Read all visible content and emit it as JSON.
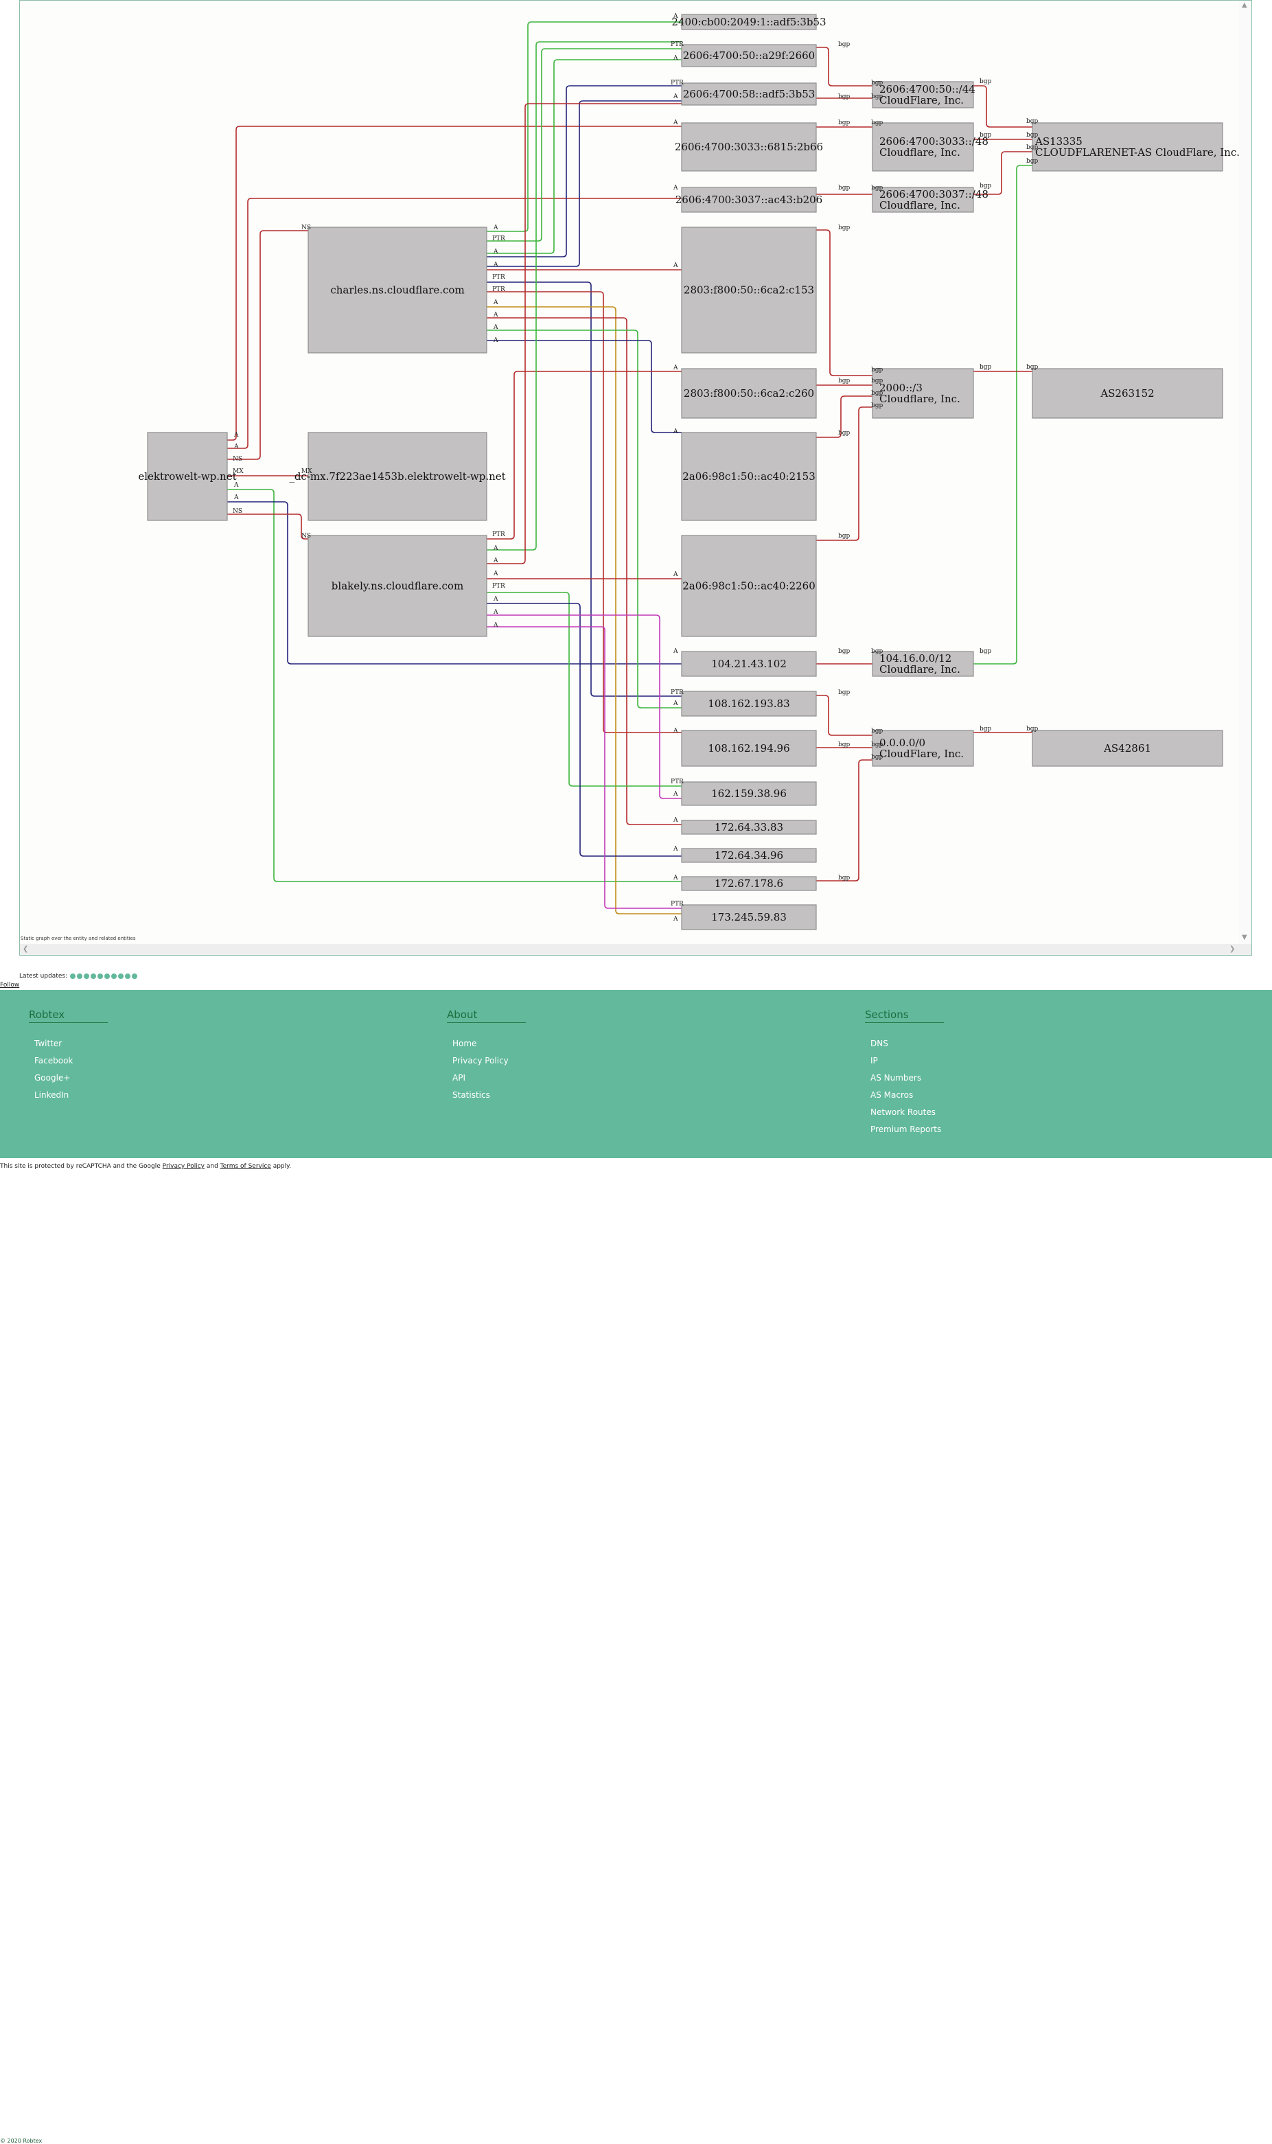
{
  "graph": {
    "caption": "Static graph over the entity and related entities",
    "nodes": [
      {
        "id": "n_ipv6_adf5",
        "label": "2400:cb00:2049:1::adf5:3b53"
      },
      {
        "id": "n_ipv6_a29f",
        "label": "2606:4700:50::a29f:2660"
      },
      {
        "id": "n_ipv6_58",
        "label": "2606:4700:58::adf5:3b53"
      },
      {
        "id": "n_ipv6_3033",
        "label": "2606:4700:3033::6815:2b66"
      },
      {
        "id": "n_ipv6_3037",
        "label": "2606:4700:3037::ac43:b206"
      },
      {
        "id": "n_ipv6_c153",
        "label": "2803:f800:50::6ca2:c153"
      },
      {
        "id": "n_ipv6_c260",
        "label": "2803:f800:50::6ca2:c260"
      },
      {
        "id": "n_ipv6_2153",
        "label": "2a06:98c1:50::ac40:2153"
      },
      {
        "id": "n_ipv6_2260",
        "label": "2a06:98c1:50::ac40:2260"
      },
      {
        "id": "n_ip_104",
        "label": "104.21.43.102"
      },
      {
        "id": "n_ip_108_193",
        "label": "108.162.193.83"
      },
      {
        "id": "n_ip_108_194",
        "label": "108.162.194.96"
      },
      {
        "id": "n_ip_162",
        "label": "162.159.38.96"
      },
      {
        "id": "n_ip_172_33",
        "label": "172.64.33.83"
      },
      {
        "id": "n_ip_172_34",
        "label": "172.64.34.96"
      },
      {
        "id": "n_ip_172_67",
        "label": "172.67.178.6"
      },
      {
        "id": "n_ip_173",
        "label": "173.245.59.83"
      },
      {
        "id": "n_domain",
        "label": "elektrowelt-wp.net"
      },
      {
        "id": "n_charles",
        "label": "charles.ns.cloudflare.com"
      },
      {
        "id": "n_mx",
        "label": "_dc-mx.7f223ae1453b.elektrowelt-wp.net"
      },
      {
        "id": "n_blakely",
        "label": "blakely.ns.cloudflare.com"
      },
      {
        "id": "n_route_50_44",
        "lines": [
          "2606:4700:50::/44",
          "CloudFlare, Inc."
        ]
      },
      {
        "id": "n_route_3033",
        "lines": [
          "2606:4700:3033::/48",
          "Cloudflare, Inc."
        ]
      },
      {
        "id": "n_route_3037",
        "lines": [
          "2606:4700:3037::/48",
          "Cloudflare, Inc."
        ]
      },
      {
        "id": "n_route_2000",
        "lines": [
          "2000::/3",
          "Cloudflare, Inc."
        ]
      },
      {
        "id": "n_route_104",
        "lines": [
          "104.16.0.0/12",
          "Cloudflare, Inc."
        ]
      },
      {
        "id": "n_route_0",
        "lines": [
          "0.0.0.0/0",
          "CloudFlare, Inc."
        ]
      },
      {
        "id": "n_as13335",
        "lines": [
          "AS13335",
          "CLOUDFLARENET-AS CloudFlare, Inc."
        ]
      },
      {
        "id": "n_as263152",
        "label": "AS263152"
      },
      {
        "id": "n_as42861",
        "label": "AS42861"
      }
    ],
    "edge_label_a": "A",
    "edge_label_ptr": "PTR",
    "edge_label_ns": "NS",
    "edge_label_mx": "MX",
    "edge_label_bgp": "bgp",
    "colors": {
      "red": "#b52b2b",
      "green": "#3cb53c",
      "navy": "#23237a",
      "magenta": "#c23ab8",
      "orange": "#c28b1a",
      "node_fill": "#c3c1c2",
      "node_stroke": "#8e8e8e",
      "footer": "#62b99b"
    }
  },
  "latest_updates": {
    "label": "Latest updates:",
    "count": 10
  },
  "follow": "Follow",
  "footer": {
    "robtex": {
      "title": "Robtex",
      "links": [
        "Twitter",
        "Facebook",
        "Google+",
        "LinkedIn"
      ]
    },
    "about": {
      "title": "About",
      "links": [
        "Home",
        "Privacy Policy",
        "API",
        "Statistics"
      ]
    },
    "sections": {
      "title": "Sections",
      "links": [
        "DNS",
        "IP",
        "AS Numbers",
        "AS Macros",
        "Network Routes",
        "Premium Reports"
      ]
    }
  },
  "copyright": "© 2020 Robtex",
  "recaptcha": {
    "prefix": "This site is protected by reCAPTCHA and the Google ",
    "privacy": "Privacy Policy",
    "and": " and ",
    "terms": "Terms of Service",
    "suffix": " apply."
  }
}
